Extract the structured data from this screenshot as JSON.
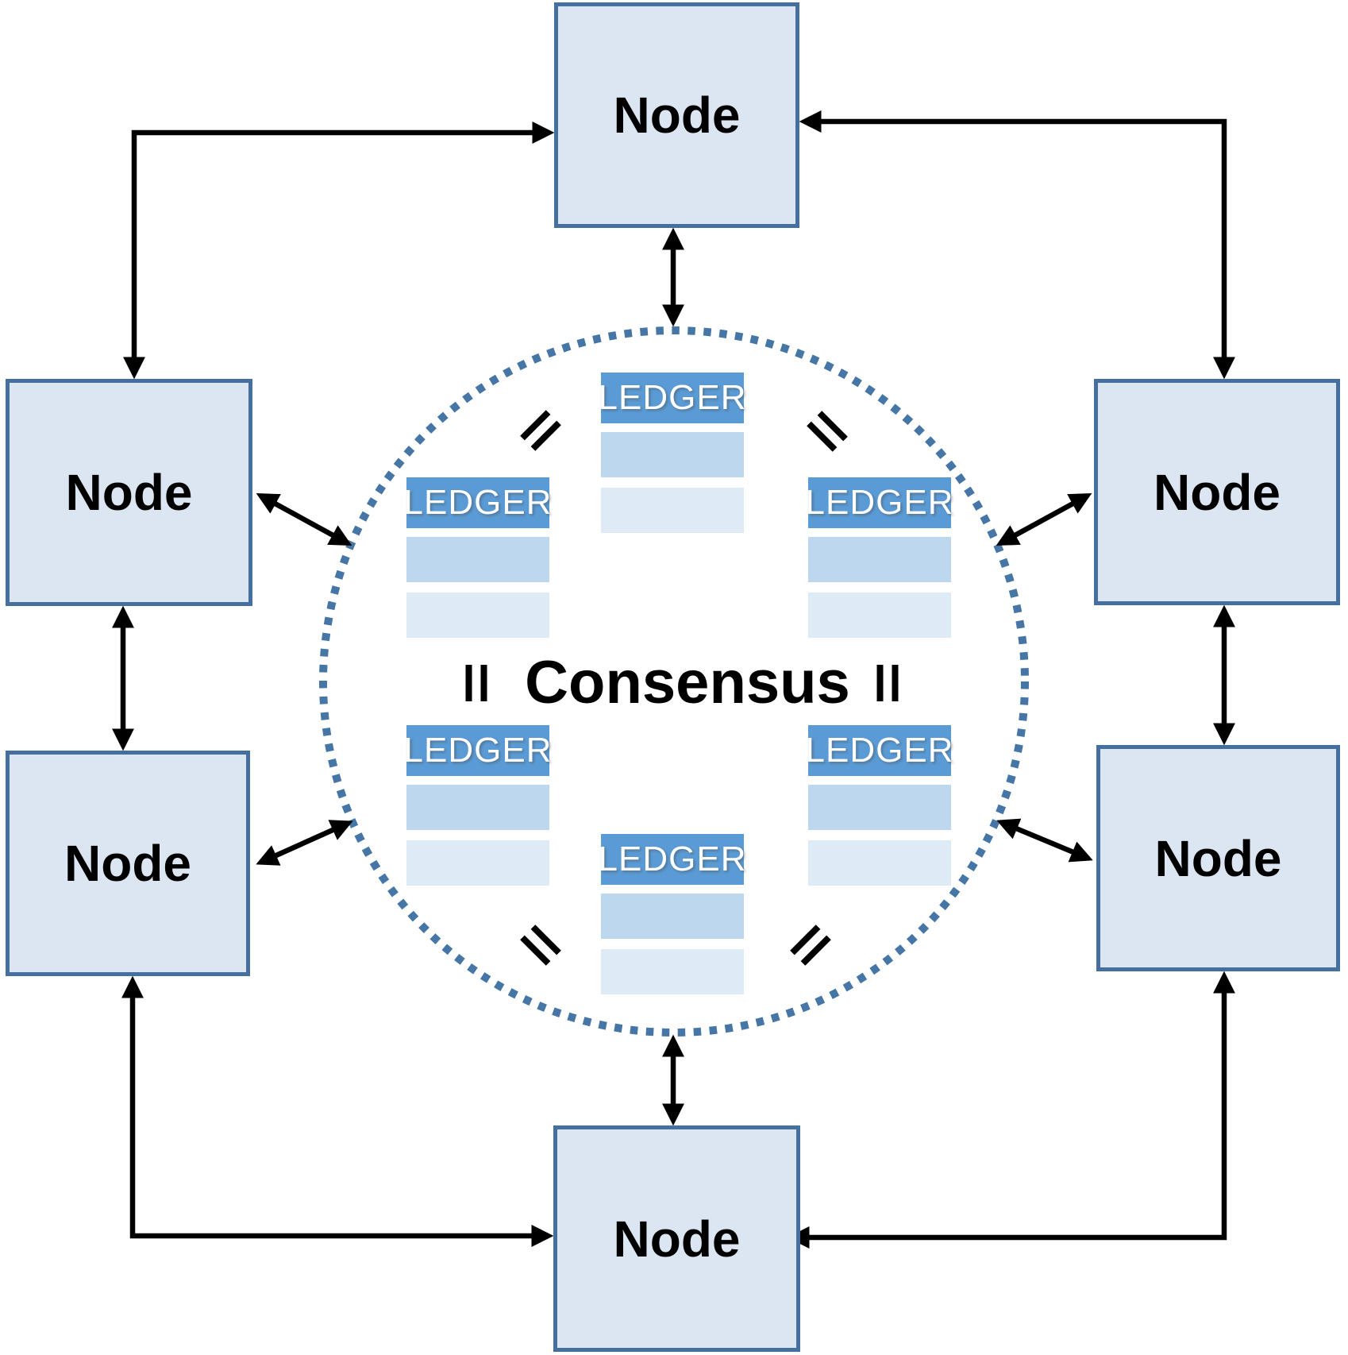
{
  "consensus": {
    "label": "Consensus"
  },
  "nodes": {
    "top": {
      "label": "Node"
    },
    "left_upper": {
      "label": "Node"
    },
    "left_lower": {
      "label": "Node"
    },
    "right_upper": {
      "label": "Node"
    },
    "right_lower": {
      "label": "Node"
    },
    "bottom": {
      "label": "Node"
    }
  },
  "ledgers": {
    "top": {
      "label": "LEDGER"
    },
    "upper_left": {
      "label": "LEDGER"
    },
    "upper_right": {
      "label": "LEDGER"
    },
    "lower_left": {
      "label": "LEDGER"
    },
    "lower_right": {
      "label": "LEDGER"
    },
    "bottom": {
      "label": "LEDGER"
    }
  },
  "colors": {
    "node_fill": "#dce6f2",
    "node_border": "#456f9f",
    "ledger_header": "#5b9bd5",
    "ledger_row_medium": "#bdd7ee",
    "ledger_row_light": "#dfeaf7",
    "circle_dots": "#4576a6",
    "arrow": "#000000"
  }
}
